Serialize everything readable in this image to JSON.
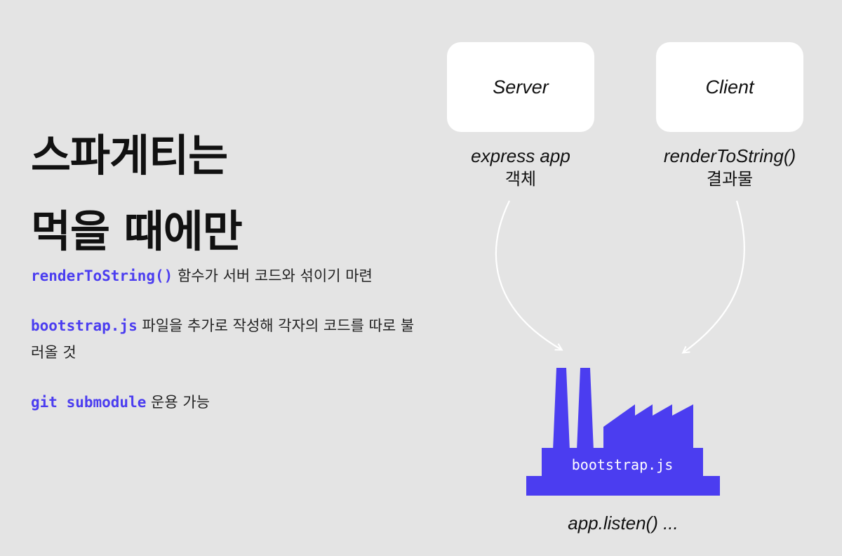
{
  "title": {
    "line1": "스파게티는",
    "line2": "먹을 때에만"
  },
  "bullets": [
    {
      "code": "renderToString()",
      "text": " 함수가 서버 코드와 섞이기 마련"
    },
    {
      "code": "bootstrap.js",
      "text": " 파일을 추가로 작성해 각자의 코드를 따로 불러올 것"
    },
    {
      "code": "git submodule",
      "text": " 운용 가능"
    }
  ],
  "diagram": {
    "server_label": "Server",
    "client_label": "Client",
    "server_caption_1": "express app",
    "server_caption_2": "객체",
    "client_caption_1": "renderToString()",
    "client_caption_2": "결과물",
    "factory_label": "bootstrap.js",
    "bottom_caption": "app.listen() ..."
  },
  "colors": {
    "accent": "#4b3df0",
    "background": "#e4e4e4",
    "box": "#ffffff",
    "arrow": "#ffffff"
  },
  "icons": {
    "factory": "factory-icon"
  }
}
